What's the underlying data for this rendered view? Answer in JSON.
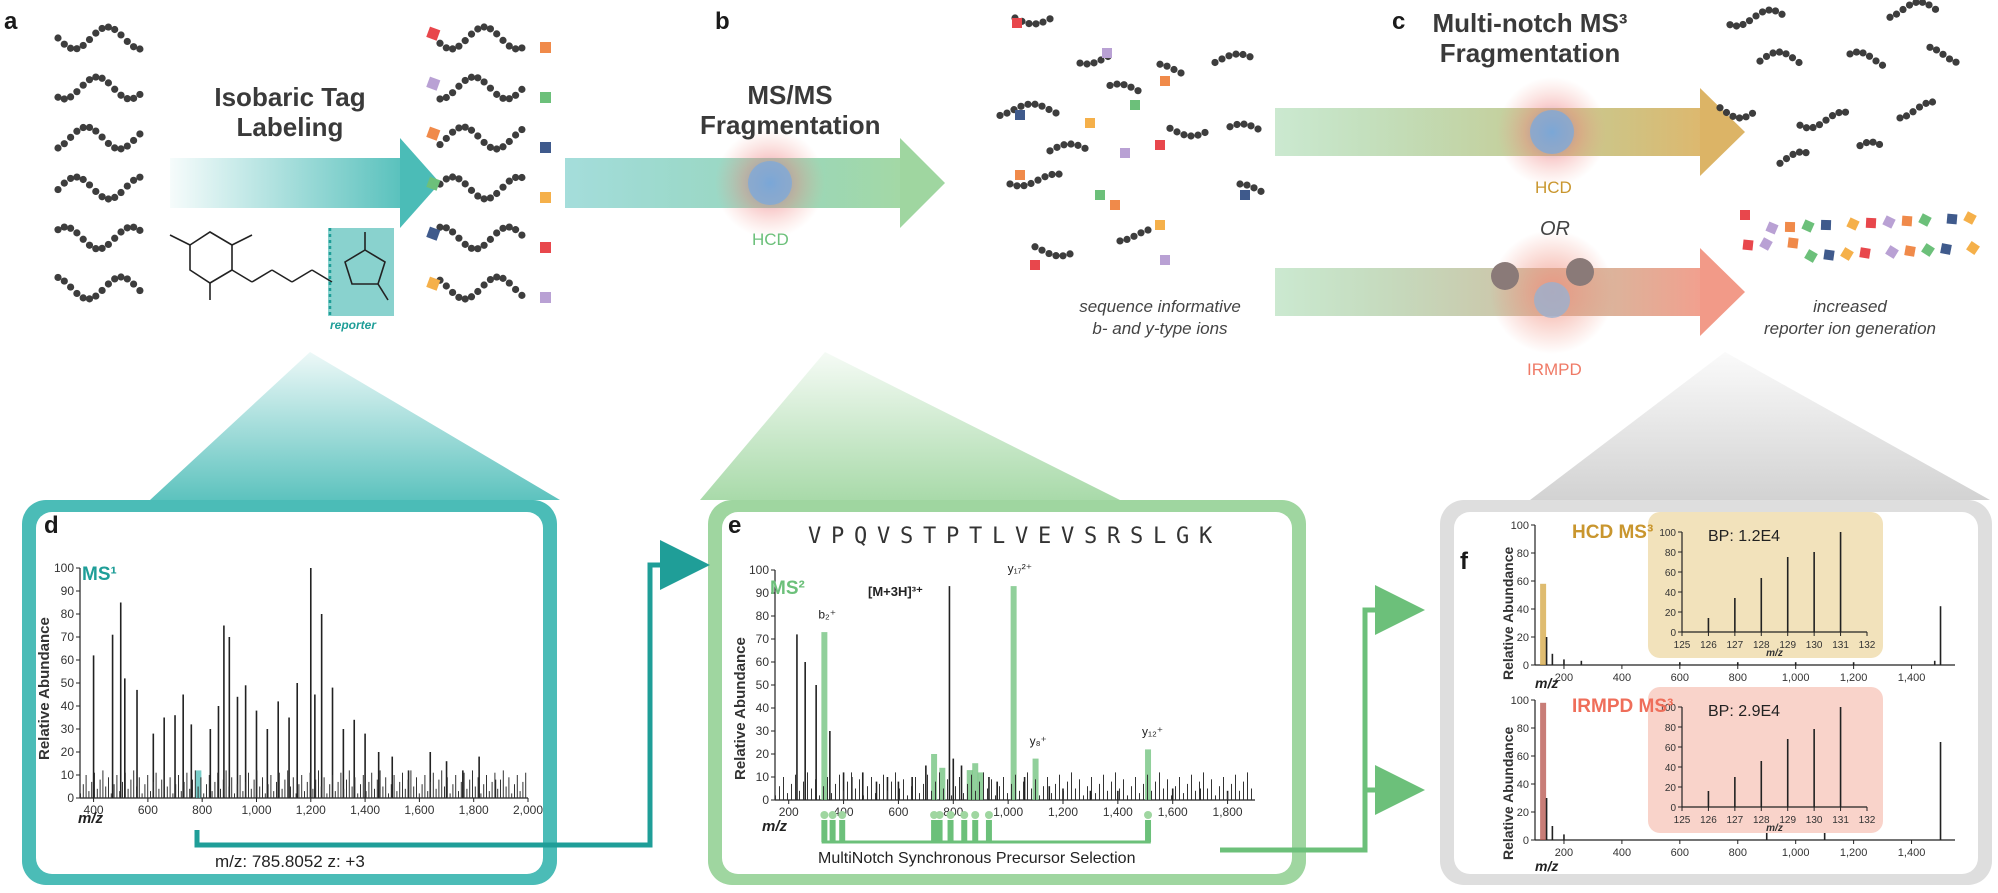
{
  "panels": {
    "a": {
      "letter": "a",
      "title_line1": "Isobaric Tag",
      "title_line2": "Labeling",
      "reporter_label": "reporter"
    },
    "b": {
      "letter": "b",
      "title_line1": "MS/MS",
      "title_line2": "Fragmentation",
      "hcd_label": "HCD",
      "caption_line1": "sequence informative",
      "caption_line2": "b- and y-type ions"
    },
    "c": {
      "letter": "c",
      "title_line1": "Multi-notch MS³",
      "title_line2": "Fragmentation",
      "hcd_label": "HCD",
      "or_label": "OR",
      "irmpd_label": "IRMPD",
      "caption_line1": "increased",
      "caption_line2": "reporter ion generation"
    },
    "d": {
      "letter": "d",
      "ms_title": "MS¹",
      "ylabel": "Relative Abundance",
      "xlabel": "m/z",
      "precursor_text": "m/z: 785.8052  z: +3"
    },
    "e": {
      "letter": "e",
      "ms_title": "MS²",
      "ylabel": "Relative Abundance",
      "xlabel": "m/z",
      "sequence": [
        "V",
        "P",
        "Q",
        "V",
        "S",
        "T",
        "P",
        "T",
        "L",
        "V",
        "E",
        "V",
        "S",
        "R",
        "S",
        "L",
        "G",
        "K"
      ],
      "precursor_label": "[M+3H]³⁺",
      "footer": "MultiNotch Synchronous Precursor Selection"
    },
    "f": {
      "letter": "f",
      "hcd_title": "HCD MS³",
      "irmpd_title": "IRMPD MS³",
      "ylabel": "Relative Abundance",
      "xlabel": "m/z",
      "hcd_bp": "BP: 1.2E4",
      "irmpd_bp": "BP: 2.9E4",
      "inset_xlabel": "m/z"
    }
  },
  "chart_data": [
    {
      "type": "bar",
      "panel": "d",
      "title": "MS¹",
      "xlabel": "m/z",
      "ylabel": "Relative Abundance",
      "xlim": [
        350,
        2000
      ],
      "ylim": [
        0,
        100
      ],
      "x_ticks": [
        400,
        600,
        800,
        1000,
        1200,
        1400,
        1600,
        1800,
        2000
      ],
      "y_ticks": [
        0,
        10,
        20,
        30,
        40,
        50,
        60,
        70,
        80,
        90,
        100
      ],
      "x": [
        400,
        470,
        500,
        515,
        560,
        620,
        660,
        700,
        730,
        760,
        786,
        830,
        860,
        880,
        900,
        930,
        960,
        1000,
        1040,
        1080,
        1120,
        1150,
        1200,
        1215,
        1240,
        1280,
        1320,
        1360,
        1400,
        1450,
        1500,
        1560,
        1640,
        1700,
        1760,
        1820,
        1880
      ],
      "values": [
        62,
        71,
        85,
        52,
        47,
        28,
        35,
        36,
        45,
        32,
        12,
        30,
        40,
        75,
        70,
        44,
        49,
        38,
        30,
        42,
        35,
        50,
        100,
        45,
        80,
        48,
        30,
        34,
        28,
        20,
        18,
        12,
        20,
        16,
        12,
        18,
        8
      ]
    },
    {
      "type": "bar",
      "panel": "e",
      "title": "MS²",
      "xlabel": "m/z",
      "ylabel": "Relative Abundance",
      "xlim": [
        150,
        1900
      ],
      "ylim": [
        0,
        100
      ],
      "x_ticks": [
        200,
        400,
        600,
        800,
        1000,
        1200,
        1400,
        1600,
        1800
      ],
      "y_ticks": [
        0,
        10,
        20,
        30,
        40,
        50,
        60,
        70,
        80,
        90,
        100
      ],
      "x": [
        230,
        260,
        300,
        330,
        350,
        400,
        430,
        470,
        520,
        560,
        600,
        650,
        700,
        730,
        760,
        786,
        800,
        830,
        860,
        880,
        900,
        930,
        960,
        1020,
        1060,
        1100,
        1150,
        1200,
        1300,
        1400,
        1510,
        1600,
        1700,
        1800
      ],
      "values": [
        72,
        60,
        50,
        73,
        30,
        12,
        10,
        12,
        8,
        10,
        8,
        10,
        15,
        20,
        14,
        93,
        18,
        15,
        13,
        16,
        12,
        10,
        8,
        93,
        10,
        18,
        6,
        5,
        4,
        4,
        22,
        5,
        5,
        4
      ],
      "peak_labels": [
        "b₂⁺",
        "y₁₇²⁺",
        "y₈⁺",
        "y₁₂⁺",
        "[M+3H]³⁺"
      ]
    },
    {
      "type": "bar",
      "panel": "f-hcd",
      "title": "HCD MS³",
      "xlabel": "m/z",
      "ylabel": "Relative Abundance",
      "xlim": [
        100,
        1550
      ],
      "ylim": [
        0,
        100
      ],
      "x_ticks": [
        200,
        400,
        600,
        800,
        1000,
        1200,
        1400
      ],
      "y_ticks": [
        0,
        20,
        40,
        60,
        80,
        100
      ],
      "x": [
        128,
        140,
        160,
        200,
        260,
        600,
        800,
        1000,
        1200,
        1480,
        1500
      ],
      "values": [
        58,
        20,
        8,
        4,
        3,
        2,
        2,
        2,
        2,
        3,
        42
      ],
      "inset": {
        "label": "BP: 1.2E4",
        "xlim": [
          125,
          132
        ],
        "x_ticks": [
          125,
          126,
          127,
          128,
          129,
          130,
          131,
          132
        ],
        "y_ticks": [
          0,
          20,
          40,
          60,
          80,
          100
        ],
        "x": [
          126,
          127,
          128,
          129,
          130,
          131
        ],
        "values": [
          14,
          34,
          54,
          75,
          80,
          100
        ]
      }
    },
    {
      "type": "bar",
      "panel": "f-irmpd",
      "title": "IRMPD MS³",
      "xlabel": "m/z",
      "ylabel": "Relative Abundance",
      "xlim": [
        100,
        1550
      ],
      "ylim": [
        0,
        100
      ],
      "x_ticks": [
        200,
        400,
        600,
        800,
        1000,
        1200,
        1400
      ],
      "y_ticks": [
        0,
        20,
        40,
        60,
        80,
        100
      ],
      "x": [
        128,
        140,
        160,
        200,
        900,
        1100,
        1500
      ],
      "values": [
        98,
        30,
        10,
        4,
        6,
        5,
        70
      ],
      "inset": {
        "label": "BP: 2.9E4",
        "xlim": [
          125,
          132
        ],
        "x_ticks": [
          125,
          126,
          127,
          128,
          129,
          130,
          131,
          132
        ],
        "y_ticks": [
          0,
          20,
          40,
          60,
          80,
          100
        ],
        "x": [
          126,
          127,
          128,
          129,
          130,
          131
        ],
        "values": [
          16,
          30,
          46,
          68,
          78,
          100
        ]
      }
    }
  ],
  "colors": {
    "teal": "#4bbcb7",
    "green": "#6cc07a",
    "gold": "#d4a640",
    "salmon": "#f08a78",
    "grey_panel": "#dedede",
    "hcd_inset_bg": "#f2e2bb",
    "irmpd_inset_bg": "#f9d3ca"
  },
  "icons": [
    "peptide-chain-icon",
    "reporter-tag-icon",
    "fragmentation-burst-icon",
    "connector-arrow-icon"
  ]
}
